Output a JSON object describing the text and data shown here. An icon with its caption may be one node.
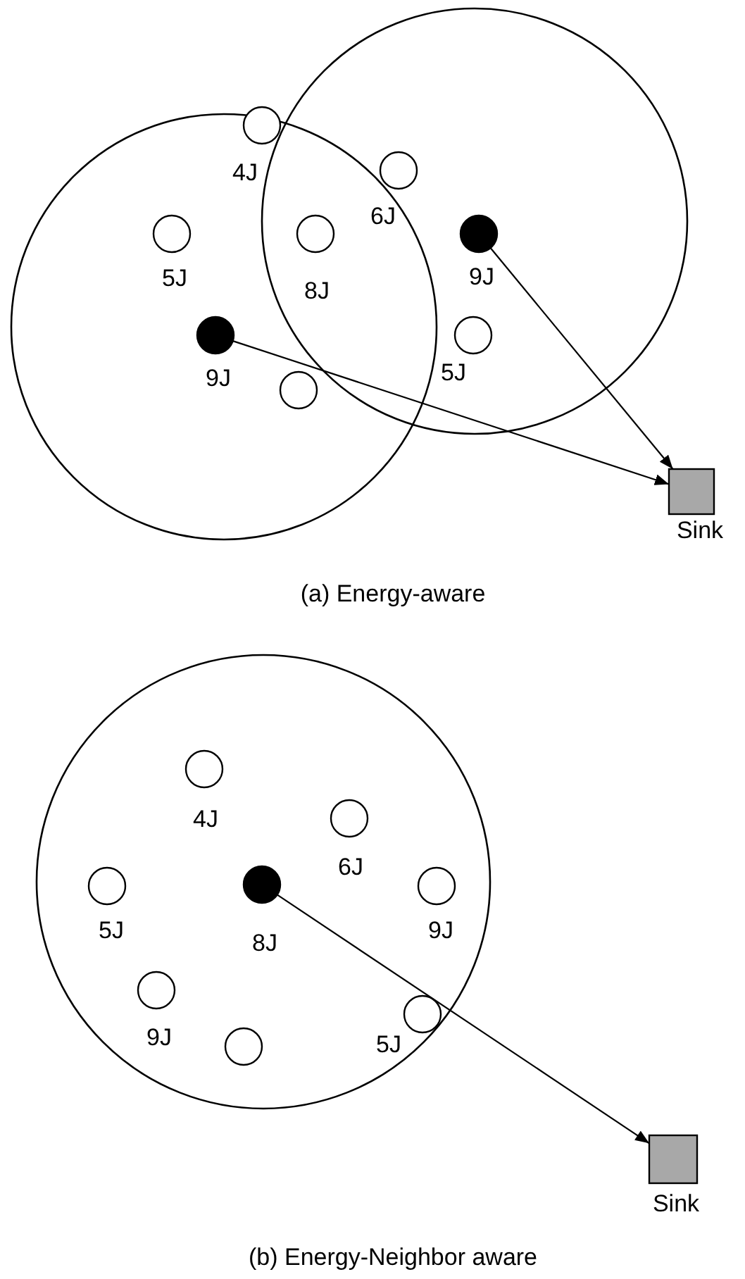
{
  "diagram": {
    "nodes": [
      {
        "text": [],
        "shape": "circle",
        "beside": [
          "4J"
        ]
      },
      {
        "text": [],
        "shape": "circle",
        "beside": [
          "6J"
        ]
      },
      {
        "text": [],
        "shape": "circle",
        "beside": [
          "5J"
        ]
      },
      {
        "text": [],
        "shape": "circle",
        "beside": [
          "8J"
        ]
      },
      {
        "text": [],
        "shape": "circle",
        "beside": [
          "9J"
        ]
      },
      {
        "text": [],
        "shape": "circle",
        "beside": [
          "9J"
        ]
      },
      {
        "text": [],
        "shape": "circle",
        "beside": [
          "5J"
        ]
      },
      {
        "text": [],
        "shape": "circle"
      },
      {
        "text": [],
        "shape": "box",
        "beside": [
          "Sink"
        ]
      },
      {
        "text": [],
        "shape": "circle",
        "beside": [
          "4J"
        ]
      },
      {
        "text": [],
        "shape": "circle",
        "beside": [
          "6J"
        ]
      },
      {
        "text": [],
        "shape": "circle",
        "beside": [
          "5J"
        ]
      },
      {
        "text": [],
        "shape": "circle",
        "beside": [
          "8J"
        ]
      },
      {
        "text": [],
        "shape": "circle",
        "beside": [
          "9J"
        ]
      },
      {
        "text": [],
        "shape": "circle",
        "beside": [
          "9J"
        ]
      },
      {
        "text": [],
        "shape": "circle",
        "beside": [
          "5J"
        ]
      },
      {
        "text": [],
        "shape": "circle"
      },
      {
        "text": [],
        "shape": "box",
        "beside": [
          "Sink"
        ]
      }
    ],
    "edges": [
      {
        "from": 4,
        "to": 8,
        "arrow": "to"
      },
      {
        "from": 5,
        "to": 8,
        "arrow": "to"
      },
      {
        "from": 12,
        "to": 17,
        "arrow": "to"
      }
    ],
    "labels": [
      "(a) Energy-aware",
      "(b) Energy-Neighbor aware"
    ]
  }
}
